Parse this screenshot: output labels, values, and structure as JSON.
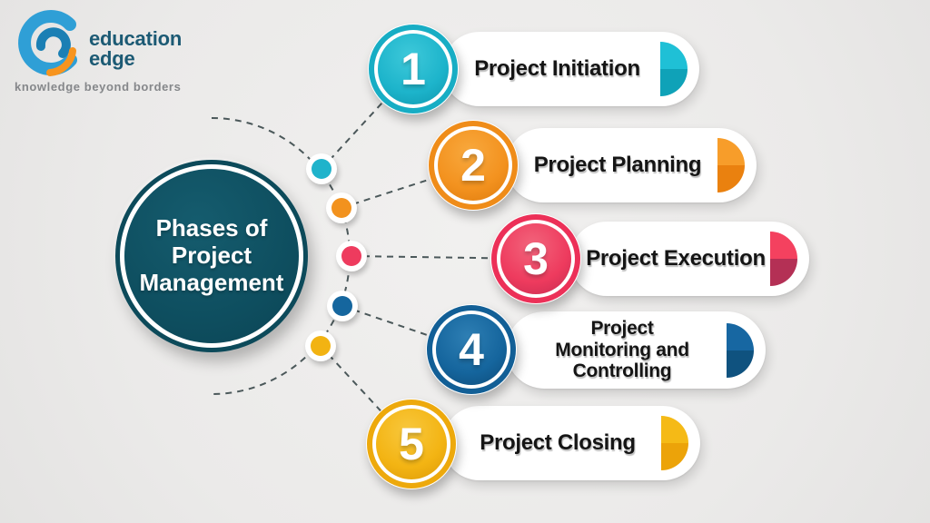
{
  "title": "Phases of Project Management",
  "background_color": "#ebeae9",
  "logo": {
    "line1": "education",
    "line2": "edge",
    "tagline": "knowledge beyond borders",
    "text_color": "#1c5a74",
    "tagline_color": "#85878a",
    "icon": "education-edge-swirl-icon",
    "icon_colors": {
      "blue": "#2f9fd6",
      "dark_blue": "#1b7fb4",
      "orange": "#f7941e"
    }
  },
  "hub": {
    "title_lines": [
      "Phases of",
      "Project",
      "Management"
    ],
    "fill_color": "#0e4e5f",
    "ring_color": "#0c4a5a",
    "text_color": "#ffffff"
  },
  "connectors": {
    "color": "#3d4b4d",
    "style": "dashed"
  },
  "phases": [
    {
      "number": "1",
      "label": "Project Initiation",
      "colors": {
        "main": "#1db4cb",
        "light": "#3ec9da",
        "dark": "#0d96ad",
        "ring": "#17adc4",
        "accent-top": "#1fc0d6",
        "accent-bottom": "#0fa2b8",
        "dot": "#1fb3cb"
      }
    },
    {
      "number": "2",
      "label": "Project Planning",
      "colors": {
        "main": "#f3921f",
        "light": "#f8a93e",
        "dark": "#dd7a0c",
        "ring": "#ef8c19",
        "accent-top": "#f79d2a",
        "accent-bottom": "#ea810f",
        "dot": "#f2921e"
      }
    },
    {
      "number": "3",
      "label": "Project Execution",
      "colors": {
        "main": "#ee3b5e",
        "light": "#f2657c",
        "dark": "#c42a50",
        "ring": "#ec3058",
        "accent-top": "#f4415f",
        "accent-bottom": "#b43055",
        "dot": "#ee3b5e"
      }
    },
    {
      "number": "4",
      "label": "Project Monitoring and Controlling",
      "label_lines": [
        "Project",
        "Monitoring and",
        "Controlling"
      ],
      "colors": {
        "main": "#15659d",
        "light": "#2e7fb4",
        "dark": "#0d4a77",
        "ring": "#125f96",
        "accent-top": "#1767a2",
        "accent-bottom": "#0f527f",
        "dot": "#15669e"
      }
    },
    {
      "number": "5",
      "label": "Project Closing",
      "colors": {
        "main": "#f3b413",
        "light": "#f8c83e",
        "dark": "#db9806",
        "ring": "#eda90c",
        "accent-top": "#f5ba16",
        "accent-bottom": "#eca309",
        "dot": "#f2b312"
      }
    }
  ]
}
